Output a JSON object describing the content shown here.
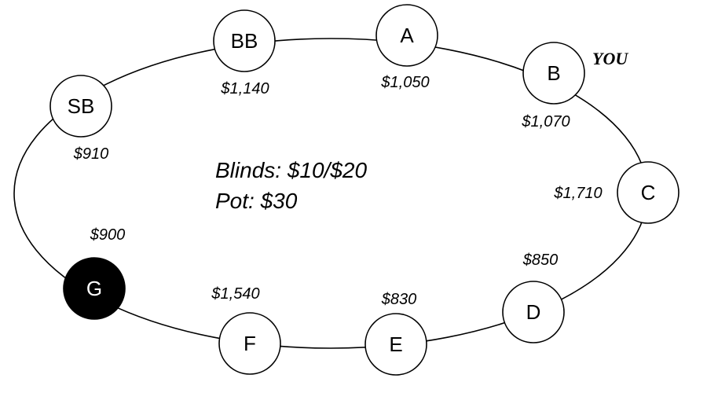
{
  "table": {
    "info": {
      "blinds": "Blinds: $10/$20",
      "pot": "Pot: $30"
    },
    "you_label": "YOU",
    "seats": [
      {
        "label": "SB",
        "stack": "$910"
      },
      {
        "label": "BB",
        "stack": "$1,140"
      },
      {
        "label": "A",
        "stack": "$1,050"
      },
      {
        "label": "B",
        "stack": "$1,070"
      },
      {
        "label": "C",
        "stack": "$1,710"
      },
      {
        "label": "D",
        "stack": "$850"
      },
      {
        "label": "E",
        "stack": "$830"
      },
      {
        "label": "F",
        "stack": "$1,540"
      },
      {
        "label": "G",
        "stack": "$900"
      }
    ]
  }
}
